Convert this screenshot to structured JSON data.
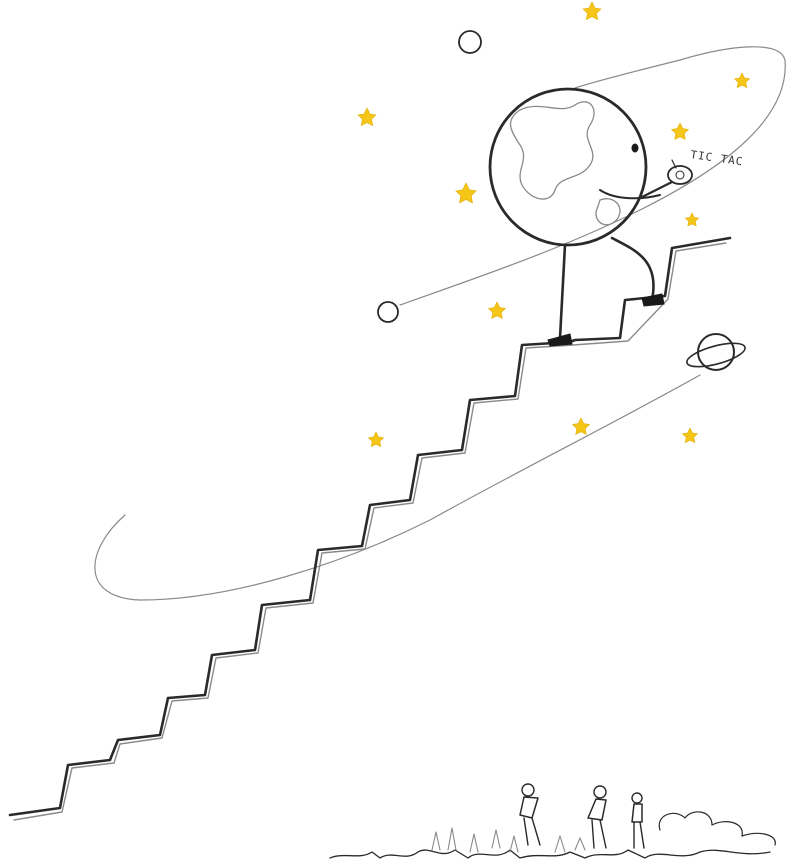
{
  "illustration": {
    "caption_text": "TIC TAC",
    "star_color": "#f5c518",
    "line_color": "#2a2a2a",
    "orbit_color": "#8a8a8a",
    "background": "#ffffff",
    "subjects": [
      "earth-character-icon",
      "staircase",
      "pocket-watch-icon",
      "moon-icon",
      "ringed-planet-icon",
      "stars",
      "orbit-lines",
      "onlooker-figures",
      "ground-scribbles"
    ]
  }
}
